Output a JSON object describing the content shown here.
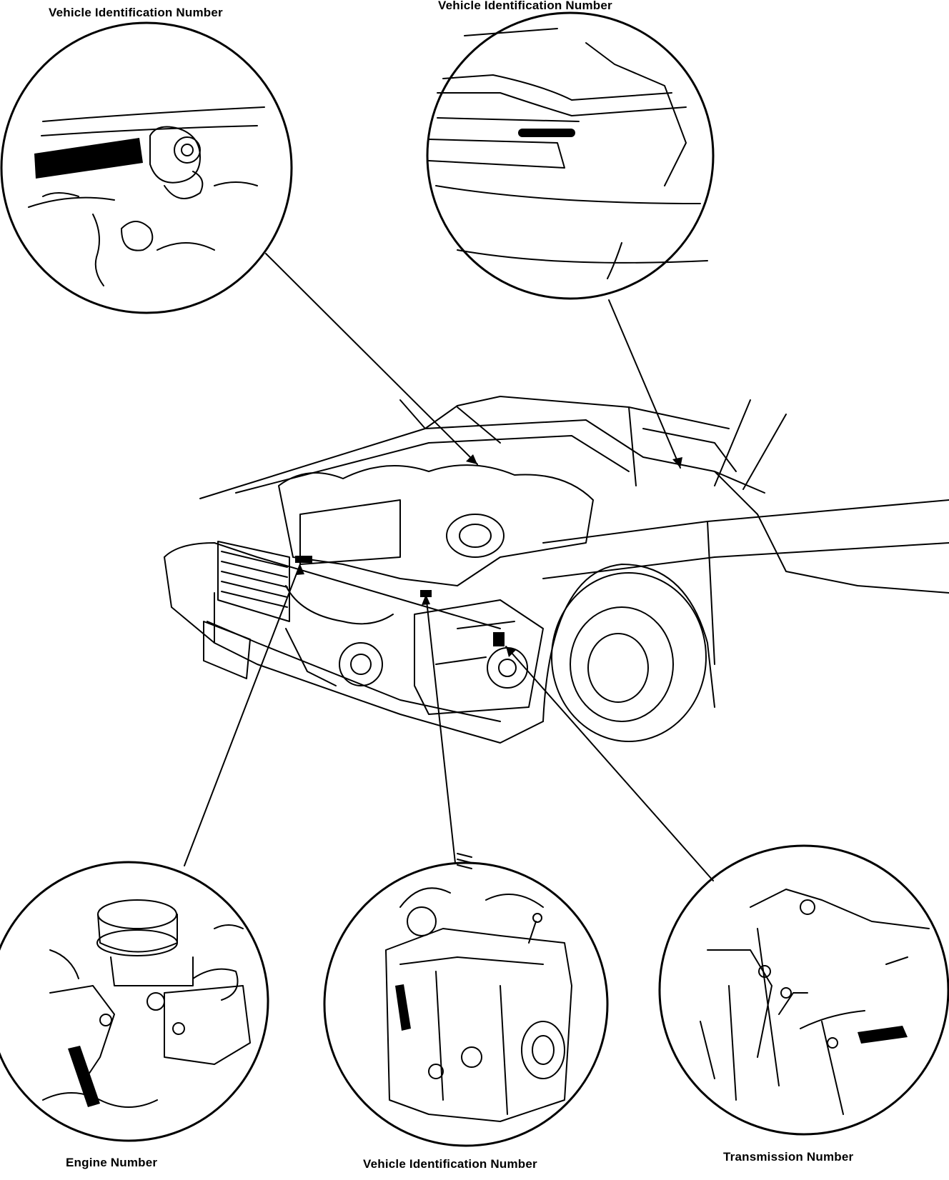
{
  "labels": {
    "vin_top_left": "Vehicle Identification Number",
    "vin_top_right": "Vehicle Identification Number",
    "engine_number": "Engine Number",
    "vin_bottom": "Vehicle Identification Number",
    "transmission_number": "Transmission Number"
  },
  "colors": {
    "ink": "#000000",
    "paper": "#ffffff"
  }
}
